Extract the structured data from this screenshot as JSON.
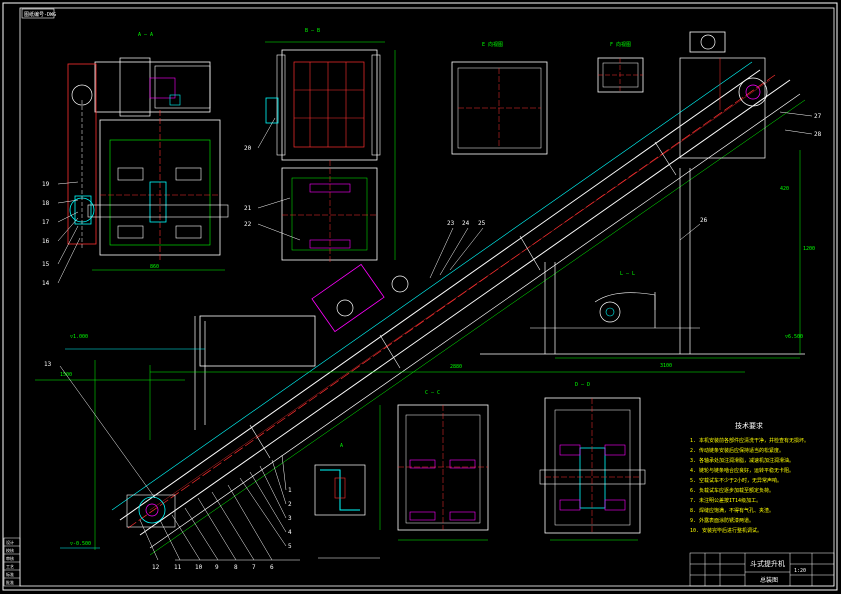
{
  "stamp": "图纸编号-DWG",
  "views": {
    "aa": "A — A",
    "bb": "B — B",
    "cc": "C — C",
    "dd": "D — D",
    "ll": "L — L",
    "a_detail": "A",
    "e_view": "E 向视图",
    "f_view": "F 向视图"
  },
  "part_numbers_left": [
    "19",
    "18",
    "17",
    "16",
    "15",
    "14"
  ],
  "part_numbers_mid": [
    "20",
    "21",
    "22"
  ],
  "part_numbers_top": [
    "23",
    "24",
    "25",
    "26",
    "27",
    "28"
  ],
  "part_numbers_bottom": [
    "12",
    "11",
    "10",
    "9",
    "8",
    "7",
    "6",
    "5",
    "4",
    "3",
    "2",
    "1"
  ],
  "callout_13": "13",
  "elev_left": "▽1.000",
  "elev_right": "▽6.500",
  "elev_low": "▽-0.500",
  "notes_title": "技术要求",
  "notes": [
    "1. 本机安装前各部件应清洗干净，并检查有无损坏。",
    "2. 传动链条安装后应保持适当的松紧度。",
    "3. 各轴承处加注润滑脂，减速机加注润滑油。",
    "4. 链轮与链条啮合应良好，运转平稳无卡阻。",
    "5. 空载试车不少于2小时，无异常声响。",
    "6. 负载试车应逐步加载至额定负荷。",
    "7. 未注明公差按IT14级加工。",
    "8. 焊缝应饱满，不得有气孔、夹渣。",
    "9. 外露表面涂防锈漆两道。",
    "10. 安装完毕后进行整机调试。"
  ],
  "title_block": {
    "name": "斗式提升机",
    "drawing": "总装图",
    "scale": "1:20"
  },
  "side_table": [
    "设计",
    "校核",
    "审核",
    "工艺",
    "标准",
    "批准"
  ],
  "dims": {
    "d1": "1500",
    "d2": "2880",
    "d3": "3100",
    "d4": "1200",
    "d5": "860",
    "d6": "420"
  }
}
